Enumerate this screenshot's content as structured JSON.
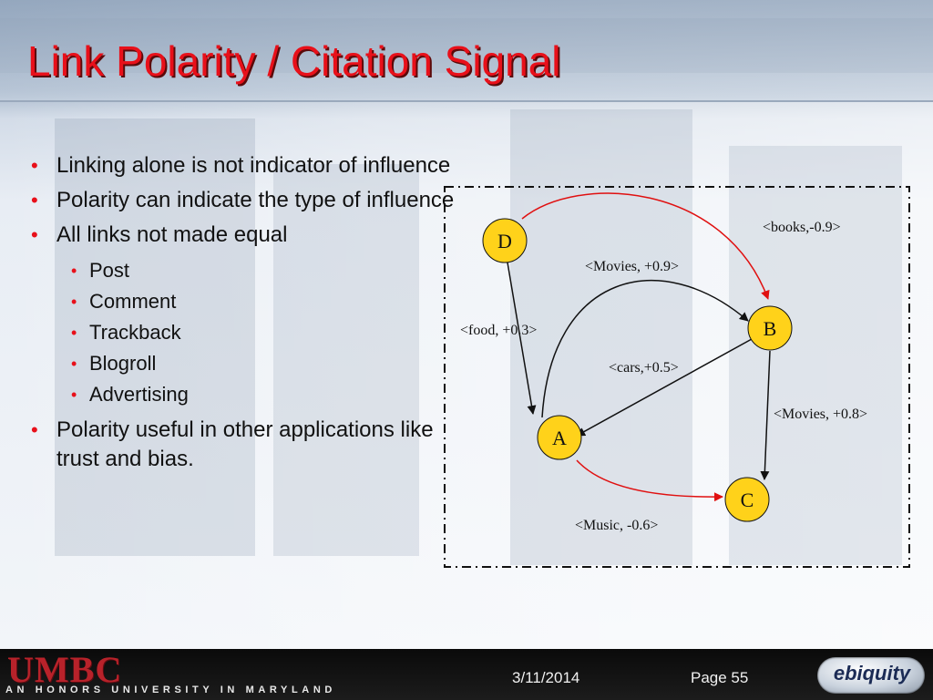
{
  "slide": {
    "title": "Link Polarity / Citation Signal",
    "bullets": [
      {
        "level": 1,
        "text": "Linking alone is not indicator of influence"
      },
      {
        "level": 1,
        "text": "Polarity can indicate the type of influence"
      },
      {
        "level": 1,
        "text": "All links not made equal"
      },
      {
        "level": 2,
        "text": "Post"
      },
      {
        "level": 2,
        "text": "Comment"
      },
      {
        "level": 2,
        "text": "Trackback"
      },
      {
        "level": 2,
        "text": "Blogroll"
      },
      {
        "level": 2,
        "text": "Advertising"
      },
      {
        "level": 1,
        "text": "Polarity useful in other applications like trust and bias."
      }
    ]
  },
  "diagram": {
    "nodes": [
      "D",
      "B",
      "A",
      "C"
    ],
    "edge_labels": {
      "books": "<books,-0.9>",
      "movies_ab": "<Movies, +0.9>",
      "food": "<food, +0.3>",
      "cars": "<cars,+0.5>",
      "movies_bc": "<Movies, +0.8>",
      "music": "<Music, -0.6>"
    },
    "colors": {
      "node_fill": "#ffd21a",
      "positive_edge": "#111111",
      "negative_edge": "#e01010"
    }
  },
  "footer": {
    "logo_text": "UMBC",
    "logo_subtext": "AN HONORS UNIVERSITY IN MARYLAND",
    "date": "3/11/2014",
    "page": "Page 55",
    "partner_logo_text": "ebiquity"
  }
}
